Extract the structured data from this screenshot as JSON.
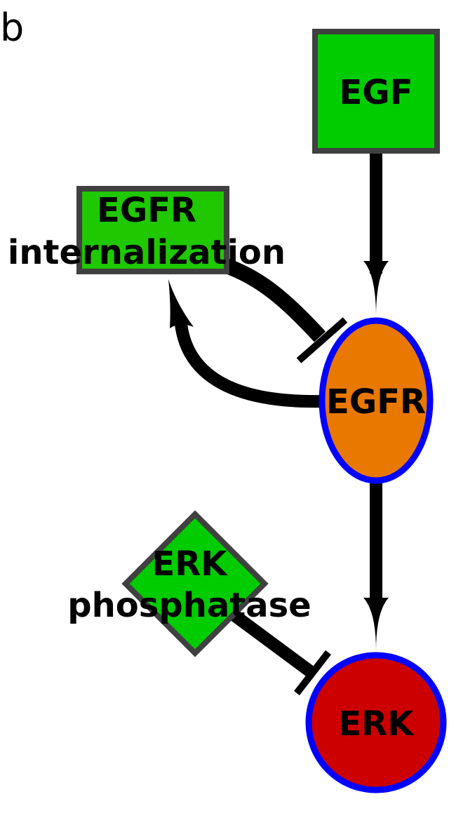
{
  "panel": {
    "label": "b"
  },
  "colors": {
    "edge": "#000000",
    "green_fill": "#00cc00",
    "node_border_gray": "#404040",
    "egfr_fill": "#e87800",
    "erk_fill": "#cc0000",
    "protein_border_blue": "#0000ff"
  },
  "nodes": {
    "egf": {
      "label": "EGF"
    },
    "egfr_internalization": {
      "line1": "EGFR",
      "line2": "internalization"
    },
    "egfr": {
      "label": "EGFR"
    },
    "erk_phosphatase": {
      "line1": "ERK",
      "line2": "phosphatase"
    },
    "erk": {
      "label": "ERK"
    }
  },
  "edges": [
    {
      "from": "EGF",
      "to": "EGFR",
      "type": "activation"
    },
    {
      "from": "EGFR",
      "to": "EGFR internalization",
      "type": "activation"
    },
    {
      "from": "EGFR internalization",
      "to": "EGFR",
      "type": "inhibition"
    },
    {
      "from": "EGFR",
      "to": "ERK",
      "type": "activation"
    },
    {
      "from": "ERK phosphatase",
      "to": "ERK",
      "type": "inhibition"
    }
  ]
}
